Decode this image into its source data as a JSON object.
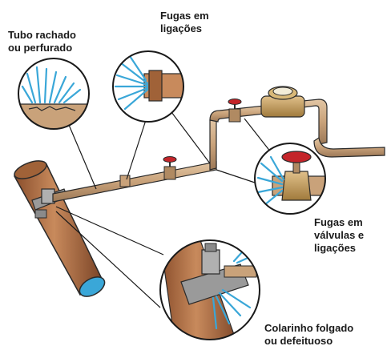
{
  "labels": {
    "cracked_pipe": {
      "line1": "Tubo rachado",
      "line2": "ou perfurado"
    },
    "joint_leaks": {
      "line1": "Fugas em",
      "line2": "ligações"
    },
    "valve_leaks": {
      "line1": "Fugas em",
      "line2": "válvulas e",
      "line3": "ligações"
    },
    "loose_collar": {
      "line1": "Colarinho folgado",
      "line2": "ou defeituoso"
    }
  },
  "colors": {
    "pipe": "#c9a27a",
    "main_pipe": "#b8764a",
    "water_spray": "#3aa7d8",
    "valve_red": "#c4252a",
    "outline": "#2a2a2a"
  }
}
